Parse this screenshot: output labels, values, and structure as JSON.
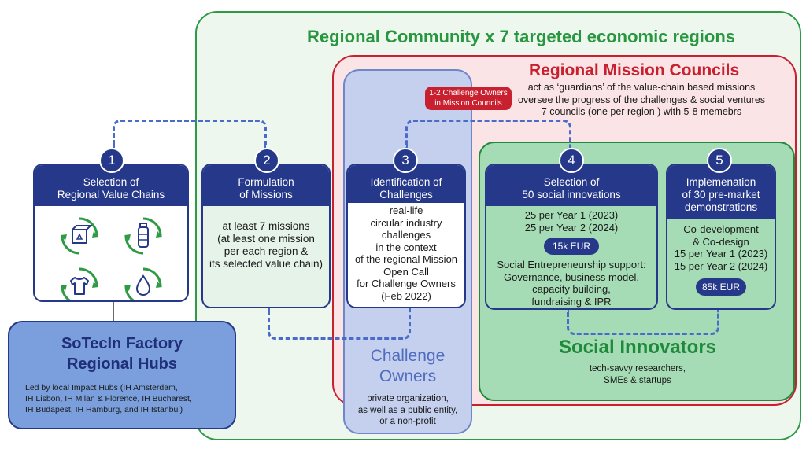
{
  "regional_community": {
    "title": "Regional Community x 7 targeted economic regions"
  },
  "mission_councils": {
    "title": "Regional Mission Councils",
    "lines": [
      "act as ‘guardians’ of the value-chain based missions",
      "oversee the progress of the challenges & social ventures",
      "7 councils (one per region ) with 5-8 memebrs"
    ],
    "badge": [
      "1-2 Challenge Owners",
      "in Mission Councils"
    ]
  },
  "steps": [
    {
      "number": "1",
      "title": [
        "Selection of",
        "Regional Value Chains"
      ],
      "icons": [
        "recycle-box-icon",
        "recycle-bottle-icon",
        "recycle-shirt-icon",
        "recycle-water-drop-icon"
      ]
    },
    {
      "number": "2",
      "title": [
        "Formulation",
        "of Missions"
      ],
      "body": [
        "at least 7 missions",
        "(at least one mission",
        "per each region &",
        "its selected value chain)"
      ]
    },
    {
      "number": "3",
      "title": [
        "Identification of",
        "Challenges"
      ],
      "body": [
        "real-life",
        "circular industry",
        "challenges",
        "in the context",
        "of the regional Mission",
        "Open Call",
        "for Challenge Owners",
        "(Feb 2022)"
      ]
    },
    {
      "number": "4",
      "title": [
        "Selection of",
        "50 social innovations"
      ],
      "body": [
        "25 per Year 1 (2023)",
        "25 per Year 2 (2024)"
      ],
      "amount": "15k EUR",
      "support": [
        "Social Entrepreneurship support:",
        "Governance, business model,",
        "capacity building,",
        "fundraising & IPR"
      ]
    },
    {
      "number": "5",
      "title": [
        "Implemenation",
        "of 30 pre-market",
        "demonstrations"
      ],
      "body": [
        "Co-development",
        "& Co-design",
        "15 per Year 1 (2023)",
        "15 per Year 2 (2024)"
      ],
      "amount": "85k EUR"
    }
  ],
  "hubs": {
    "title": [
      "SoTecIn Factory",
      "Regional Hubs"
    ],
    "desc": [
      "Led by local Impact Hubs (IH Amsterdam,",
      "IH Lisbon, IH Milan & Florence, IH Bucharest,",
      "IH Budapest, IH Hamburg, and IH Istanbul)"
    ]
  },
  "challenge_owners": {
    "title": [
      "Challenge",
      "Owners"
    ],
    "desc": [
      "private organization,",
      "as well as a public entity,",
      "or a non-profit"
    ]
  },
  "social_innovators": {
    "title": "Social Innovators",
    "desc": [
      "tech-savvy researchers,",
      "SMEs & startups"
    ]
  },
  "colors": {
    "navy": "#26388a",
    "green": "#2e9a46",
    "red": "#c8202f",
    "light_blue": "#c4d0ee",
    "mint": "#a6dcb5",
    "pink": "#fbe4e6"
  }
}
